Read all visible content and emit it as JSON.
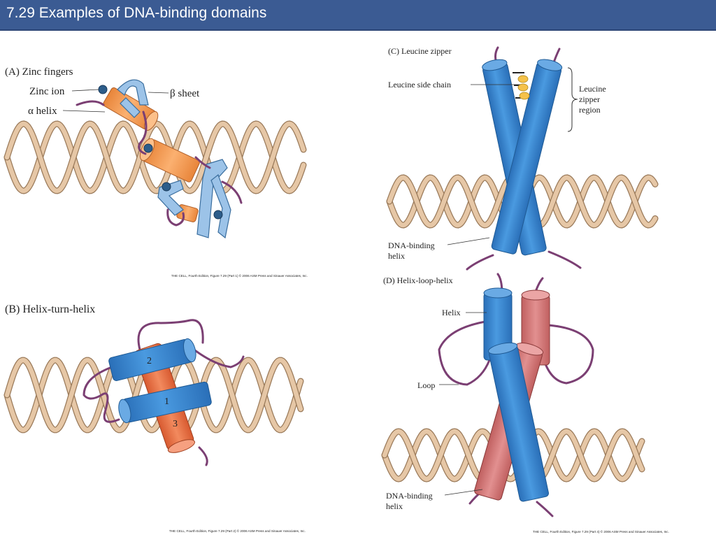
{
  "slide": {
    "title": "7.29  Examples of DNA-binding domains"
  },
  "panel_a": {
    "heading": "(A)  Zinc fingers",
    "zinc_ion": "Zinc ion",
    "beta_sheet": "β sheet",
    "alpha_helix": "α helix",
    "credit": "THE CELL, Fourth Edition, Figure 7.29 (Part 1)  © 2006 ASM Press and Sinauer Associates, Inc."
  },
  "panel_b": {
    "heading": "(B)  Helix-turn-helix",
    "helix_1": "1",
    "helix_2": "2",
    "helix_3": "3",
    "credit": "THE CELL, Fourth Edition, Figure 7.29 (Part 2)  © 2006 ASM Press and Sinauer Associates, Inc."
  },
  "panel_c": {
    "heading": "(C)  Leucine zipper",
    "side_chain": "Leucine side chain",
    "region_line1": "Leucine",
    "region_line2": "zipper",
    "region_line3": "region",
    "dna_line1": "DNA-binding",
    "dna_line2": "helix"
  },
  "panel_d": {
    "heading": "(D)  Helix-loop-helix",
    "helix": "Helix",
    "loop": "Loop",
    "dna_line1": "DNA-binding",
    "dna_line2": "helix",
    "credit": "THE CELL, Fourth Edition, Figure 7.29 (Part 4)  © 2006 ASM Press and Sinauer Associates, Inc."
  },
  "colors": {
    "title_bar": "#3b5b93",
    "dna_strand": "#d9b896",
    "alpha_helix_orange": "#f7a35c",
    "helix_blue": "#3a8ad6",
    "beta_sheet_blue": "#9cc3e8",
    "helix_red": "#e8764a",
    "helix_pink": "#d47a7a",
    "loop_purple": "#7b3f73",
    "zinc_ion": "#2d5d8a",
    "leucine_yellow": "#f5c24a"
  }
}
